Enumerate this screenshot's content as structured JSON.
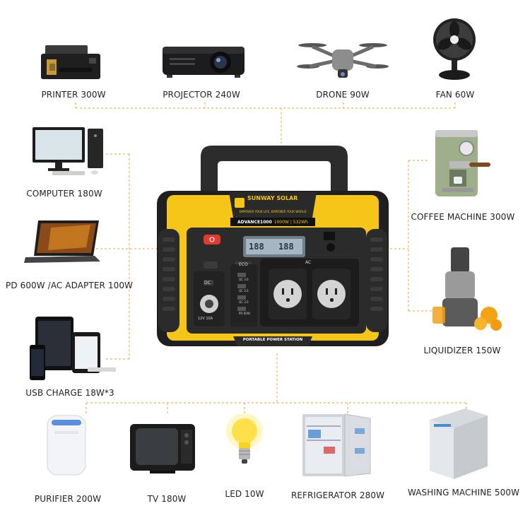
{
  "appliances": {
    "printer": "PRINTER 300W",
    "projector": "PROJECTOR 240W",
    "drone": "DRONE 90W",
    "fan": "FAN 60W",
    "computer": "COMPUTER 180W",
    "laptop": "PD 600W /AC ADAPTER 100W",
    "usb": "USB CHARGE 18W*3",
    "coffee": "COFFEE MACHINE 300W",
    "juicer": "LIQUIDIZER 150W",
    "purifier": "PURIFIER 200W",
    "tv": "TV 180W",
    "led": "LED 10W",
    "fridge": "REFRIGERATOR 280W",
    "washer": "WASHING MACHINE 500W"
  },
  "station": {
    "brand": "SUNWAY SOLAR",
    "slogan": "EMPOWER YOUR LIFE, EMPOWER YOUR WORLD",
    "model": "ADVANCE1000",
    "spec": "1000W | 532Wh",
    "footer": "PORTABLE POWER STATION",
    "eco": "ECO",
    "ac": "AC",
    "dc": "DC",
    "car": "12V 10A",
    "usb_labels": [
      "QC 3.0",
      "QC 3.0",
      "QC 3.0",
      "PD 60W"
    ],
    "display_left": "188",
    "display_right": "188"
  },
  "colors": {
    "accent_yellow": "#f5c518",
    "connector": "#e8b84a",
    "body_dark": "#2b2b2b"
  }
}
